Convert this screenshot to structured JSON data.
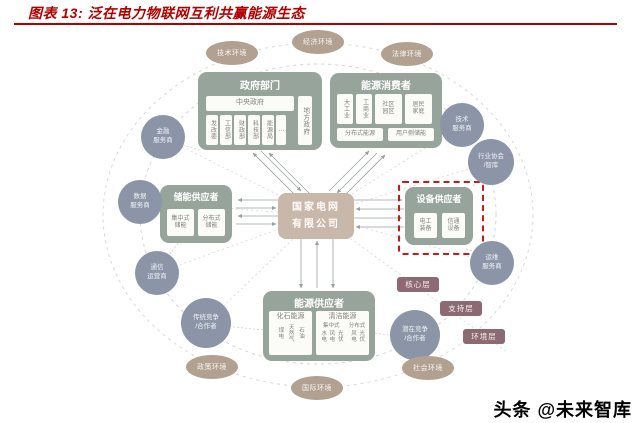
{
  "title": "图表 13: 泛在电力物联网互利共赢能源生态",
  "watermark": "头条 @未来智库",
  "colors": {
    "accent_red": "#b40000",
    "box_green": "#96a49b",
    "center_tan": "#c9b7a9",
    "circle_blue": "#8b95a7",
    "env_tan": "#b2a191",
    "layer_mauve": "#8d6a73",
    "equipment_dash_red": "#cf1616"
  },
  "center": {
    "l1": "国家电网",
    "l2": "有限公司"
  },
  "gov": {
    "title": "政府部门",
    "central": "中央政府",
    "local": "地方政府",
    "a1": "发改委",
    "a2": "工信部",
    "a3": "财政部",
    "a4": "科技部",
    "a5": "能源局",
    "a6": "…"
  },
  "consumers": {
    "title": "能源消费者",
    "v1": "大工业",
    "v2": "工商业",
    "b3l1": "社区",
    "b3l2": "园区",
    "b4l1": "居民",
    "b4l2": "家庭",
    "w1": "分布式能源",
    "w2": "用户侧储能"
  },
  "storage": {
    "title": "储能供应者",
    "i1l1": "集中式",
    "i1l2": "储能",
    "i2l1": "分布式",
    "i2l2": "储能"
  },
  "equipment": {
    "title": "设备供应者",
    "i1l1": "电工",
    "i1l2": "装备",
    "i2l1": "信通",
    "i2l2": "设备"
  },
  "energy": {
    "title": "能源供应者",
    "fossil": "化石能源",
    "f1": "煤电",
    "f2": "天然气",
    "f3": "石油",
    "clean": "清洁能源",
    "g1": "集中式",
    "g1i1": "水电",
    "g1i2": "风电",
    "g1i3": "光伏",
    "g2": "分布式",
    "g2i1": "风电",
    "g2i2": "光伏"
  },
  "circles": {
    "finance": {
      "l1": "金融",
      "l2": "服务商"
    },
    "data": {
      "l1": "数据",
      "l2": "服务商"
    },
    "telecom": {
      "l1": "通信",
      "l2": "运营商"
    },
    "traditional": {
      "l1": "传统竞争",
      "l2": "/合作者"
    },
    "tech": {
      "l1": "技术",
      "l2": "服务商"
    },
    "association": {
      "l1": "行业协会",
      "l2": "/智库"
    },
    "operation": {
      "l1": "运维",
      "l2": "服务商"
    },
    "potential": {
      "l1": "潜在竞争",
      "l2": "/合作者"
    }
  },
  "env": {
    "tech": "技术环境",
    "economy": "经济环境",
    "law": "法律环境",
    "policy": "政策环境",
    "international": "国际环境",
    "social": "社会环境"
  },
  "layers": {
    "core": "核心层",
    "support": "支持层",
    "environment": "环境层"
  }
}
